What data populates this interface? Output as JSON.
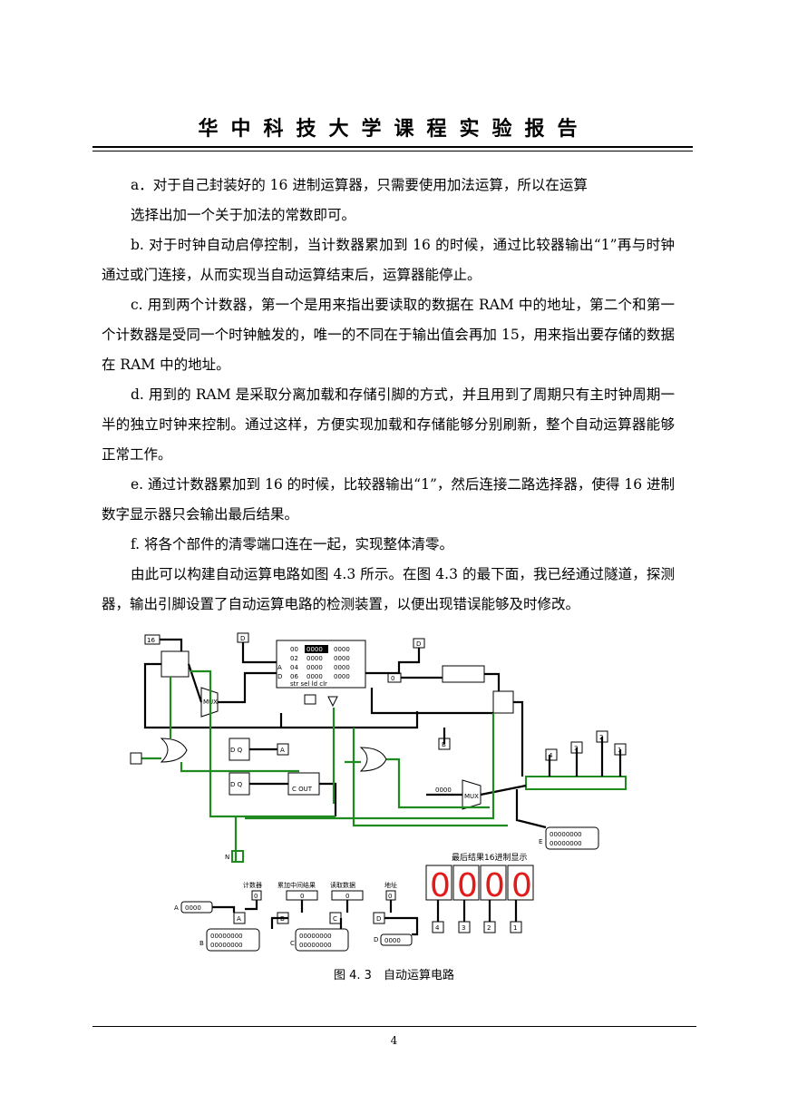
{
  "header": {
    "title": "华中科技大学课程实验报告"
  },
  "paragraphs": [
    "a．对于自己封装好的 16 进制运算器，只需要使用加法运算，所以在运算",
    "选择出加一个关于加法的常数即可。",
    "b. 对于时钟自动启停控制，当计数器累加到 16 的时候，通过比较器输出“1”再与时钟通过或门连接，从而实现当自动运算结束后，运算器能停止。",
    "c. 用到两个计数器，第一个是用来指出要读取的数据在 RAM 中的地址，第二个和第一个计数器是受同一个时钟触发的，唯一的不同在于输出值会再加 15，用来指出要存储的数据在 RAM 中的地址。",
    "d. 用到的 RAM 是采取分离加载和存储引脚的方式，并且用到了周期只有主时钟周期一半的独立时钟来控制。通过这样，方便实现加载和存储能够分别刷新，整个自动运算器能够正常工作。",
    "e. 通过计数器累加到 16 的时候，比较器输出“1”，然后连接二路选择器，使得 16 进制数字显示器只会输出最后结果。",
    "f. 将各个部件的清零端口连在一起，实现整体清零。",
    "由此可以构建自动运算电路如图 4.3 所示。在图 4.3 的最下面，我已经通过隧道，探测器，输出引脚设置了自动运算电路的检测装置，以便出现错误能够及时修改。"
  ],
  "figure": {
    "caption": "图 4. 3　自动运算电路",
    "const_16": "16",
    "const_0": "0",
    "const_0000": "0000",
    "ram_rows": [
      "00",
      "02",
      "04",
      "06"
    ],
    "ram_values": [
      "0000",
      "0000",
      "0000",
      "0000",
      "0000",
      "0000",
      "0000",
      "0000"
    ],
    "ram_ports": "str  sel    ld  clr",
    "mux_label": "MUX",
    "tunnels": {
      "A": "A",
      "B": "B",
      "C": "C",
      "D": "D",
      "E": "E",
      "N": "N"
    },
    "pin_labels": [
      "4",
      "3",
      "2",
      "1"
    ],
    "display_title": "最后结果16进制显示",
    "display_digits": [
      "0",
      "0",
      "0",
      "0"
    ],
    "probe_labels": [
      "计数器",
      "累加中间结果",
      "读取数据",
      "地址"
    ],
    "probe_values": [
      "0",
      "0",
      "0",
      "0"
    ],
    "bits8": "00000000",
    "bits4": "0000",
    "ff_label": "D  Q",
    "adder_label": "C OUT"
  },
  "page_number": "4"
}
